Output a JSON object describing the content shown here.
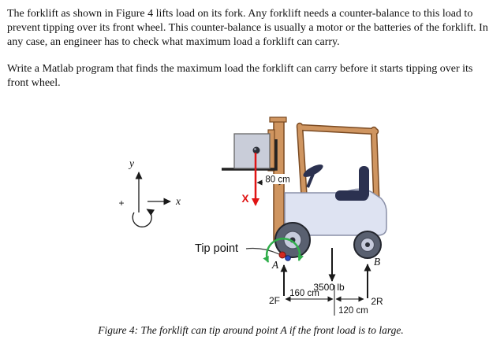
{
  "document": {
    "paragraph1": "The forklift as shown in Figure 4 lifts load on its fork. Any forklift needs a counter-balance to this load to prevent tipping over its front wheel. This counter-balance is usually a motor or the batteries of the forklift. In any case, an engineer has to check what maximum load a forklift can carry.",
    "paragraph2": "Write a Matlab program that finds the maximum load the forklift can carry before it starts tipping over its front wheel.",
    "caption": "Figure 4: The forklift can tip around point A if the front load is to large."
  },
  "figure": {
    "axis": {
      "x_label": "x",
      "y_label": "y",
      "plus_sign": "+"
    },
    "annotations": {
      "load_distance": "80 cm",
      "load_force": "X",
      "tip_point": "Tip point",
      "point_a": "A",
      "point_b": "B",
      "weight": "3500 lb",
      "front_reaction": "2F",
      "rear_reaction": "2R",
      "front_distance": "160 cm",
      "rear_distance": "120 cm"
    },
    "colors": {
      "forklift_frame": "#cf9560",
      "forklift_frame_outline": "#7a4a22",
      "forklift_body": "#dee3f2",
      "load_box": "#c9cdd9",
      "force_red": "#e01414",
      "rotation_green": "#2fae4a",
      "tip_point_red": "#d42a20",
      "point_blue": "#2b4bbf",
      "seat_navy": "#2b3150"
    }
  }
}
